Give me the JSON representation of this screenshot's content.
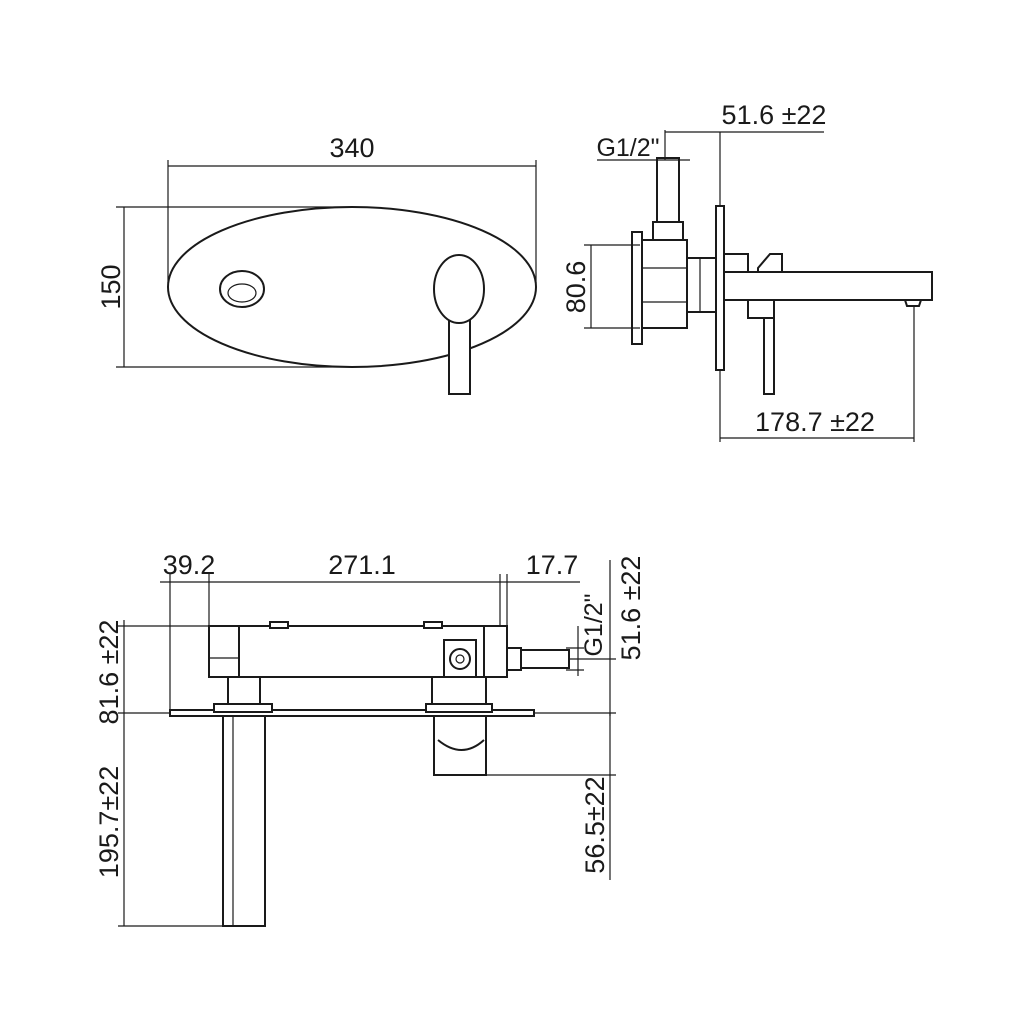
{
  "front_view": {
    "width_label": "340",
    "height_label": "150"
  },
  "side_view": {
    "thread_label": "G1/2\"",
    "depth_label": "51.6 ±22",
    "body_height_label": "80.6",
    "spout_length_label": "178.7 ±22"
  },
  "top_view": {
    "left_offset_label": "39.2",
    "body_length_label": "271.1",
    "right_offset_label": "17.7",
    "thread_label": "G1/2\"",
    "depth_label": "51.6 ±22",
    "body_depth_label": "81.6 ±22",
    "spout_length_label": "195.7±22",
    "lever_length_label": "56.5±22"
  }
}
